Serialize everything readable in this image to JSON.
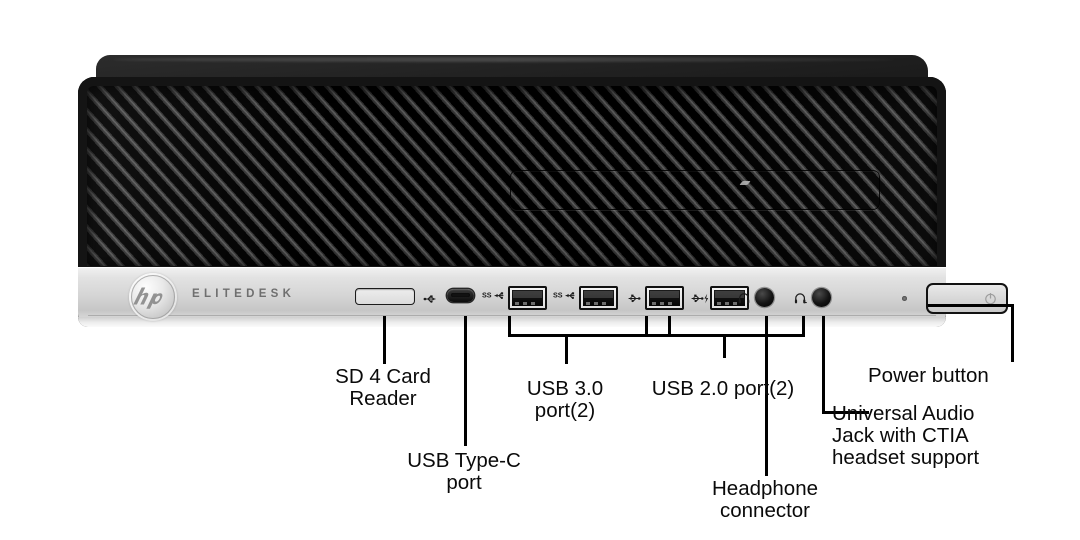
{
  "device": {
    "brand": "hp",
    "model_text": "ELITEDESK",
    "form_factor": "Small Form Factor desktop front panel"
  },
  "colors": {
    "chassis_black": "#141414",
    "vent_dark": "#000000",
    "vent_highlight": "#5d5d5d",
    "bezel_silver": "#d5d5d5",
    "label_text": "#0a0a0a",
    "leader_line": "#000000",
    "logo_gray": "#6f6f6f"
  },
  "ports": [
    {
      "id": "sd-card-reader",
      "icon": "sd-slot-icon",
      "label_key": "sd_reader"
    },
    {
      "id": "usb-type-c",
      "icon": "usb-type-c-icon",
      "label_key": "usb_type_c"
    },
    {
      "id": "usb-30-port-1",
      "icon": "usb-superspeed-icon",
      "label_key": "usb_30"
    },
    {
      "id": "usb-30-port-2",
      "icon": "usb-superspeed-icon",
      "label_key": "usb_30"
    },
    {
      "id": "usb-20-port-1",
      "icon": "usb-icon",
      "label_key": "usb_20"
    },
    {
      "id": "usb-20-port-2",
      "icon": "usb-charging-icon",
      "label_key": "usb_20"
    },
    {
      "id": "headphone-jack",
      "icon": "headphone-icon",
      "label_key": "headphone"
    },
    {
      "id": "universal-audio-jack",
      "icon": "headset-icon",
      "label_key": "universal_audio"
    },
    {
      "id": "activity-led",
      "icon": "led-indicator-icon",
      "label_key": ""
    },
    {
      "id": "power-button",
      "icon": "power-symbol-icon",
      "label_key": "power"
    }
  ],
  "callouts": {
    "sd_reader": "SD 4 Card\nReader",
    "usb_type_c": "USB Type-C\nport",
    "usb_30": "USB 3.0\nport(2)",
    "usb_20": "USB 2.0 port(2)",
    "headphone": "Headphone\nconnector",
    "universal_audio": "Universal Audio\nJack with CTIA\nheadset support",
    "power": "Power button"
  },
  "port_icon_glyphs": {
    "usb_superspeed": "SS",
    "usb_plain": "USB trident",
    "usb_charging": "USB trident with lightning bolt",
    "headphone": "headphone glyph",
    "headset": "headset glyph"
  }
}
